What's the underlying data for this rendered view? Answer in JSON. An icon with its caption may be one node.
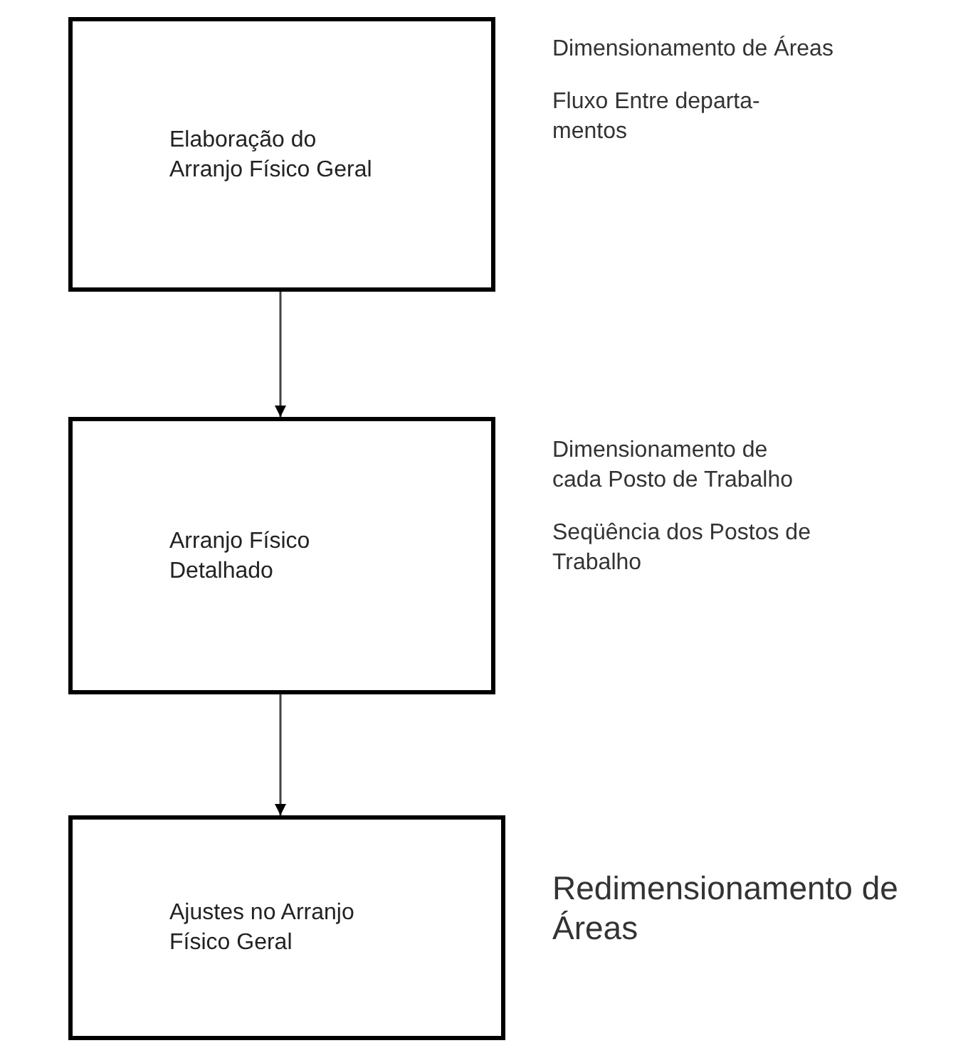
{
  "diagram": {
    "nodes": [
      {
        "text": [
          "Elaboração do Arranjo Físico Geral"
        ],
        "beside": [
          "Dimensionamento de Áreas",
          "Fluxo Entre departa- mentos"
        ]
      },
      {
        "text": [
          "Arranjo Físico Detalhado"
        ],
        "beside": [
          "Dimensionamento de cada Posto de Trabalho",
          "Seqüência dos Postos de Trabalho"
        ]
      },
      {
        "text": [
          "Ajustes no Arranjo Físico Geral"
        ],
        "beside": [
          "Redimensionamento de Áreas"
        ]
      }
    ],
    "edges": [
      {
        "from": 0,
        "to": 1,
        "arrow": "to"
      },
      {
        "from": 1,
        "to": 2,
        "arrow": "to"
      }
    ]
  }
}
